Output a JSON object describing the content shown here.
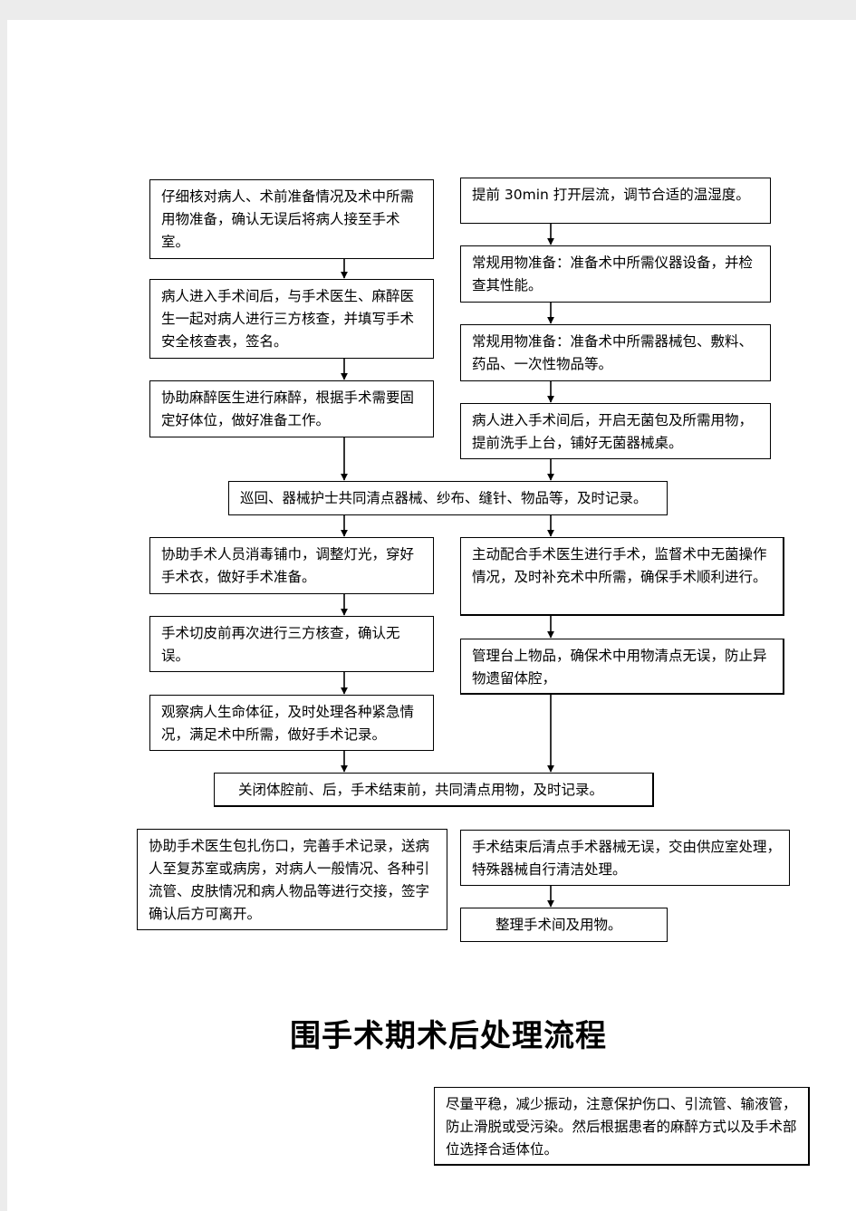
{
  "left_column": [
    {
      "id": "L1",
      "text": "仔细核对病人、术前准备情况及术中所需用物准备，确认无误后将病人接至手术室。"
    },
    {
      "id": "L2",
      "text": "病人进入手术间后，与手术医生、麻醉医生一起对病人进行三方核查，并填写手术安全核查表，签名。"
    },
    {
      "id": "L3",
      "text": "协助麻醉医生进行麻醉，根据手术需要固定好体位，做好准备工作。"
    },
    {
      "id": "L4",
      "text": "协助手术人员消毒铺巾，调整灯光，穿好手术衣，做好手术准备。"
    },
    {
      "id": "L5",
      "text": "手术切皮前再次进行三方核查，确认无误。"
    },
    {
      "id": "L6",
      "text": "观察病人生命体征，及时处理各种紧急情况，满足术中所需，做好手术记录。"
    },
    {
      "id": "L7",
      "text": "协助手术医生包扎伤口，完善手术记录，送病人至复苏室或病房，对病人一般情况、各种引流管、皮肤情况和病人物品等进行交接，签字确认后方可离开。"
    }
  ],
  "right_column": [
    {
      "id": "R1",
      "text": "提前 30min 打开层流，调节合适的温湿度。"
    },
    {
      "id": "R2",
      "text": "常规用物准备：准备术中所需仪器设备，并检查其性能。"
    },
    {
      "id": "R3",
      "text": "常规用物准备：准备术中所需器械包、敷料、药品、一次性物品等。"
    },
    {
      "id": "R4",
      "text": "病人进入手术间后，开启无菌包及所需用物，提前洗手上台，铺好无菌器械桌。"
    },
    {
      "id": "R5",
      "text": "主动配合手术医生进行手术，监督术中无菌操作情况，及时补充术中所需，确保手术顺利进行。"
    },
    {
      "id": "R6",
      "text": "管理台上物品，确保术中用物清点无误，防止异物遗留体腔，"
    },
    {
      "id": "R7",
      "text": "手术结束后清点手术器械无误，交由供应室处理，特殊器械自行清洁处理。"
    },
    {
      "id": "R8",
      "text": "整理手术间及用物。"
    }
  ],
  "merge_steps": [
    {
      "id": "M1",
      "text": "巡回、器械护士共同清点器械、纱布、缝针、物品等，及时记录。"
    },
    {
      "id": "M2",
      "text": "关闭体腔前、后，手术结束前，共同清点用物，及时记录。"
    }
  ],
  "section_title": "围手术期术后处理流程",
  "postop_box": {
    "text": "尽量平稳，减少振动，注意保护伤口、引流管、输液管，防止滑脱或受污染。然后根据患者的麻醉方式以及手术部位选择合适体位。"
  }
}
